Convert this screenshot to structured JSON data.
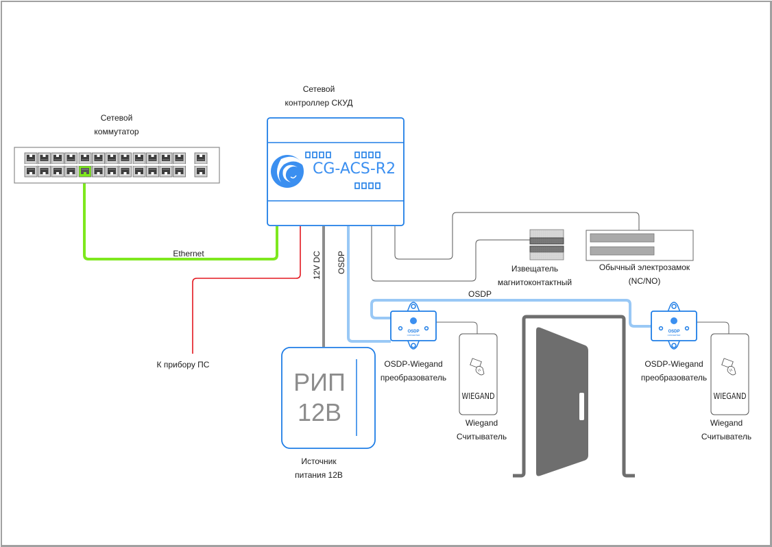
{
  "diagram": {
    "title": "Схема подключения сетевого контроллера СКУД",
    "nodes": {
      "switch": {
        "label_line1": "Сетевой",
        "label_line2": "коммутатор"
      },
      "controller": {
        "label_line1": "Сетевой",
        "label_line2": "контроллер СКУД",
        "model": "CG-ACS-R2"
      },
      "power_supply": {
        "face_line1": "РИП",
        "face_line2": "12В",
        "label_line1": "Источник",
        "label_line2": "питания 12В"
      },
      "fire_panel": {
        "label": "К прибору ПС"
      },
      "magnetic_sensor": {
        "label_line1": "Извещатель",
        "label_line2": "магнитоконтактный"
      },
      "electric_lock": {
        "label_line1": "Обычный электрозамок",
        "label_line2": "(NC/NO)"
      },
      "converter_1": {
        "label_line1": "OSDP-Wiegand",
        "label_line2": "преобразователь",
        "face_line1": "OSDP",
        "face_line2": "CONVERTER"
      },
      "converter_2": {
        "label_line1": "OSDP-Wiegand",
        "label_line2": "преобразователь",
        "face_line1": "OSDP",
        "face_line2": "CONVERTER"
      },
      "reader_1": {
        "face": "WIEGAND",
        "label_line1": "Wiegand",
        "label_line2": "Считыватель"
      },
      "reader_2": {
        "face": "WIEGAND",
        "label_line1": "Wiegand",
        "label_line2": "Считыватель"
      },
      "door": {
        "icon": "door-icon"
      }
    },
    "links": {
      "ethernet": {
        "label": "Ethernet",
        "color": "#7ee81e"
      },
      "fire": {
        "color": "#e3161e"
      },
      "power": {
        "label": "12V DC",
        "color": "#8c8c8c"
      },
      "osdp_main": {
        "label": "OSDP",
        "color": "#99c8f5"
      },
      "osdp_bus": {
        "label": "OSDP",
        "color": "#99c8f5"
      },
      "signal": {
        "color": "#555555"
      }
    },
    "colors": {
      "accent": "#1e7de6",
      "switch_port_active": "#7ee81e",
      "door": "#6e6e6e"
    }
  }
}
